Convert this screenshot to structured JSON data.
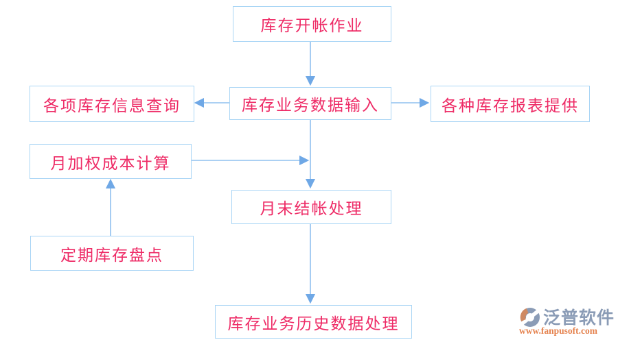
{
  "colors": {
    "background": "#ffffff",
    "box-border": "#a9d5f5",
    "arrow-line": "#8fc0ef",
    "arrow-head": "#6fa8e6",
    "node-text": "#ee2b66",
    "logo-text": "#8b9cb6",
    "logo-url": "#e5824e",
    "logo-icon-orange": "#cf8a63",
    "logo-icon-blue": "#8b9cb6"
  },
  "flowchart": {
    "nodes": [
      {
        "label": "库存开帐作业"
      },
      {
        "label": "库存业务数据输入"
      },
      {
        "label": "各项库存信息查询"
      },
      {
        "label": "各种库存报表提供"
      },
      {
        "label": "月加权成本计算"
      },
      {
        "label": "月末结帐处理"
      },
      {
        "label": "定期库存盘点"
      },
      {
        "label": "库存业务历史数据处理"
      }
    ],
    "edges": [
      {
        "from": "库存开帐作业",
        "to": "库存业务数据输入",
        "direction": "down"
      },
      {
        "from": "库存业务数据输入",
        "to": "各项库存信息查询",
        "direction": "left"
      },
      {
        "from": "库存业务数据输入",
        "to": "各种库存报表提供",
        "direction": "right"
      },
      {
        "from": "库存业务数据输入",
        "to": "月末结帐处理",
        "direction": "down"
      },
      {
        "from": "月加权成本计算",
        "to": "月末结帐处理",
        "direction": "right",
        "note": "joins vertical connector"
      },
      {
        "from": "定期库存盘点",
        "to": "月加权成本计算",
        "direction": "up"
      },
      {
        "from": "月末结帐处理",
        "to": "库存业务历史数据处理",
        "direction": "down"
      }
    ]
  },
  "logo": {
    "name": "泛普软件",
    "url": "www.fanpusoft.com"
  }
}
